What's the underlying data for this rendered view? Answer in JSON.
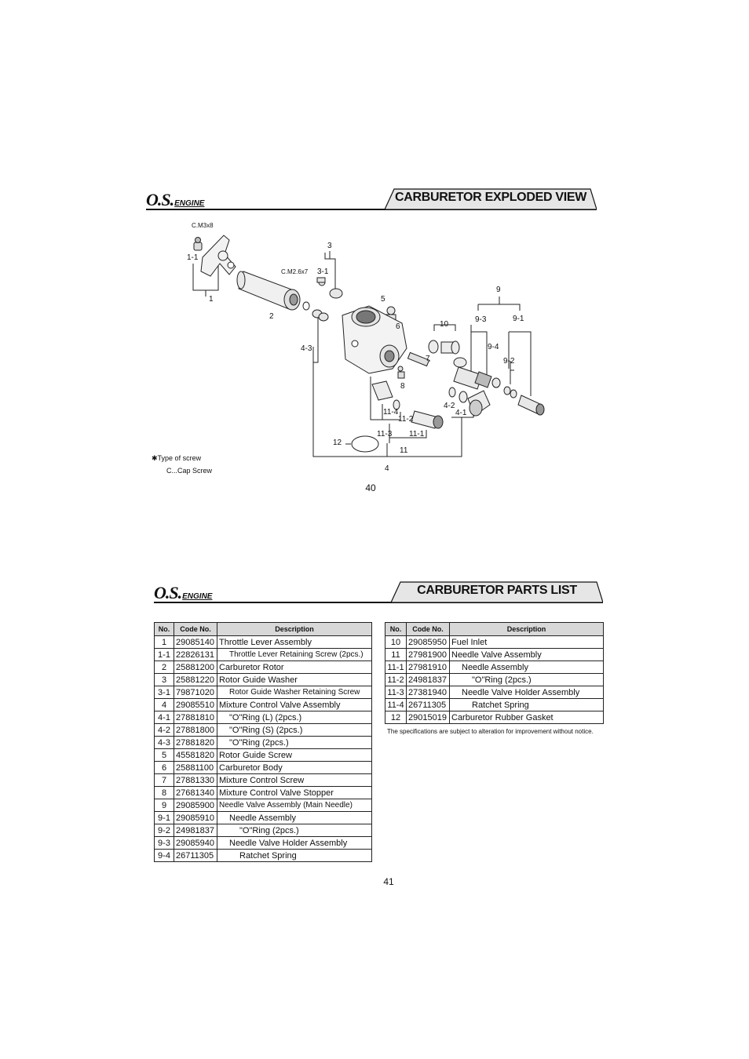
{
  "top": {
    "logo": {
      "main": "O.S.",
      "sub": "ENGINE"
    },
    "banner_title": "CARBURETOR  EXPLODED VIEW",
    "page_number": "40"
  },
  "diagram": {
    "labels": {
      "cm3x8": "C.M3x8",
      "l1_1": "1-1",
      "l1": "1",
      "l2": "2",
      "l3": "3",
      "cm26x7": "C.M2.6x7",
      "l3_1": "3-1",
      "l4_3": "4-3",
      "l5": "5",
      "l6": "6",
      "l7": "7",
      "l8": "8",
      "l9": "9",
      "l9_1": "9-1",
      "l9_2": "9-2",
      "l9_3": "9-3",
      "l9_4": "9-4",
      "l10": "10",
      "l11": "11",
      "l11_1": "11-1",
      "l11_2": "11-2",
      "l11_3": "11-3",
      "l11_4": "11-4",
      "l12": "12",
      "l4": "4",
      "l4_1": "4-1",
      "l4_2": "4-2"
    },
    "note_title": "Type of screw",
    "note_line": "C...Cap Screw"
  },
  "bottom": {
    "logo": {
      "main": "O.S.",
      "sub": "ENGINE"
    },
    "banner_title": "CARBURETOR PARTS LIST",
    "page_number": "41",
    "disclaimer": "The specifications are subject to alteration for improvement without notice."
  },
  "table_headers": {
    "no": "No.",
    "code": "Code No.",
    "desc": "Description"
  },
  "left_table": [
    {
      "no": "1",
      "code": "29085140",
      "desc": "Throttle Lever Assembly",
      "indent": 0
    },
    {
      "no": "1-1",
      "code": "22826131",
      "desc": "Throttle Lever Retaining Screw (2pcs.)",
      "indent": 1
    },
    {
      "no": "2",
      "code": "25881200",
      "desc": "Carburetor Rotor",
      "indent": 0
    },
    {
      "no": "3",
      "code": "25881220",
      "desc": "Rotor Guide Washer",
      "indent": 0
    },
    {
      "no": "3-1",
      "code": "79871020",
      "desc": "Rotor Guide Washer Retaining Screw",
      "indent": 1
    },
    {
      "no": "4",
      "code": "29085510",
      "desc": "Mixture Control Valve Assembly",
      "indent": 0
    },
    {
      "no": "4-1",
      "code": "27881810",
      "desc": "\"O\"Ring (L) (2pcs.)",
      "indent": 1
    },
    {
      "no": "4-2",
      "code": "27881800",
      "desc": "\"O\"Ring (S) (2pcs.)",
      "indent": 1
    },
    {
      "no": "4-3",
      "code": "27881820",
      "desc": "\"O\"Ring (2pcs.)",
      "indent": 1
    },
    {
      "no": "5",
      "code": "45581820",
      "desc": "Rotor Guide Screw",
      "indent": 0
    },
    {
      "no": "6",
      "code": "25881100",
      "desc": "Carburetor Body",
      "indent": 0
    },
    {
      "no": "7",
      "code": "27881330",
      "desc": "Mixture Control Screw",
      "indent": 0
    },
    {
      "no": "8",
      "code": "27681340",
      "desc": "Mixture Control Valve Stopper",
      "indent": 0
    },
    {
      "no": "9",
      "code": "29085900",
      "desc": "Needle Valve Assembly (Main Needle)",
      "indent": 0
    },
    {
      "no": "9-1",
      "code": "29085910",
      "desc": "Needle Assembly",
      "indent": 1
    },
    {
      "no": "9-2",
      "code": "24981837",
      "desc": "\"O\"Ring (2pcs.)",
      "indent": 2
    },
    {
      "no": "9-3",
      "code": "29085940",
      "desc": "Needle Valve Holder Assembly",
      "indent": 1
    },
    {
      "no": "9-4",
      "code": "26711305",
      "desc": "Ratchet Spring",
      "indent": 2
    }
  ],
  "right_table": [
    {
      "no": "10",
      "code": "29085950",
      "desc": "Fuel Inlet",
      "indent": 0
    },
    {
      "no": "11",
      "code": "27981900",
      "desc": "Needle Valve Assembly",
      "indent": 0
    },
    {
      "no": "11-1",
      "code": "27981910",
      "desc": "Needle Assembly",
      "indent": 1
    },
    {
      "no": "11-2",
      "code": "24981837",
      "desc": "\"O\"Ring (2pcs.)",
      "indent": 2
    },
    {
      "no": "11-3",
      "code": "27381940",
      "desc": "Needle Valve Holder Assembly",
      "indent": 1
    },
    {
      "no": "11-4",
      "code": "26711305",
      "desc": "Ratchet Spring",
      "indent": 2
    },
    {
      "no": "12",
      "code": "29015019",
      "desc": "Carburetor Rubber Gasket",
      "indent": 0
    }
  ]
}
